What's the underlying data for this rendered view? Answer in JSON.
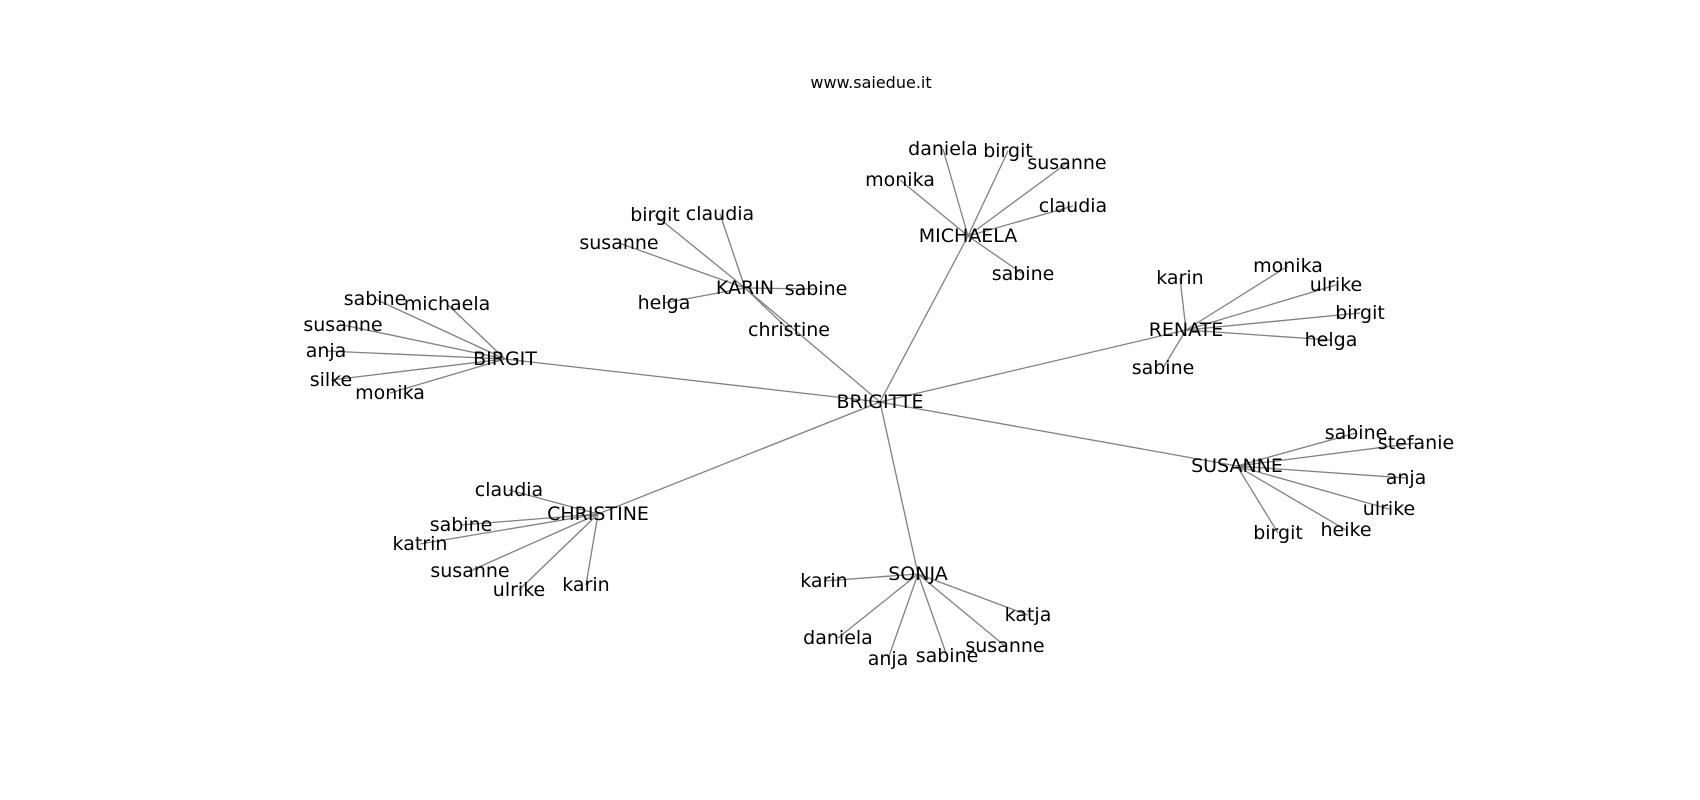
{
  "caption": "www.saiedue.it",
  "edge_color": "#808080",
  "text_color": "#000000",
  "graph": {
    "center": "BRIGITTE",
    "hubs": [
      {
        "name": "BIRGIT",
        "leaves": [
          "sabine",
          "michaela",
          "susanne",
          "anja",
          "silke",
          "monika"
        ]
      },
      {
        "name": "KARIN",
        "leaves": [
          "birgit",
          "claudia",
          "susanne",
          "sabine",
          "helga",
          "christine"
        ]
      },
      {
        "name": "MICHAELA",
        "leaves": [
          "daniela",
          "birgit",
          "monika",
          "susanne",
          "claudia",
          "sabine"
        ]
      },
      {
        "name": "RENATE",
        "leaves": [
          "karin",
          "monika",
          "ulrike",
          "birgit",
          "helga",
          "sabine"
        ]
      },
      {
        "name": "SUSANNE",
        "leaves": [
          "sabine",
          "stefanie",
          "anja",
          "ulrike",
          "heike",
          "birgit"
        ]
      },
      {
        "name": "SONJA",
        "leaves": [
          "karin",
          "katja",
          "susanne",
          "sabine",
          "anja",
          "daniela"
        ]
      },
      {
        "name": "CHRISTINE",
        "leaves": [
          "claudia",
          "sabine",
          "katrin",
          "susanne",
          "ulrike",
          "karin"
        ]
      }
    ]
  }
}
